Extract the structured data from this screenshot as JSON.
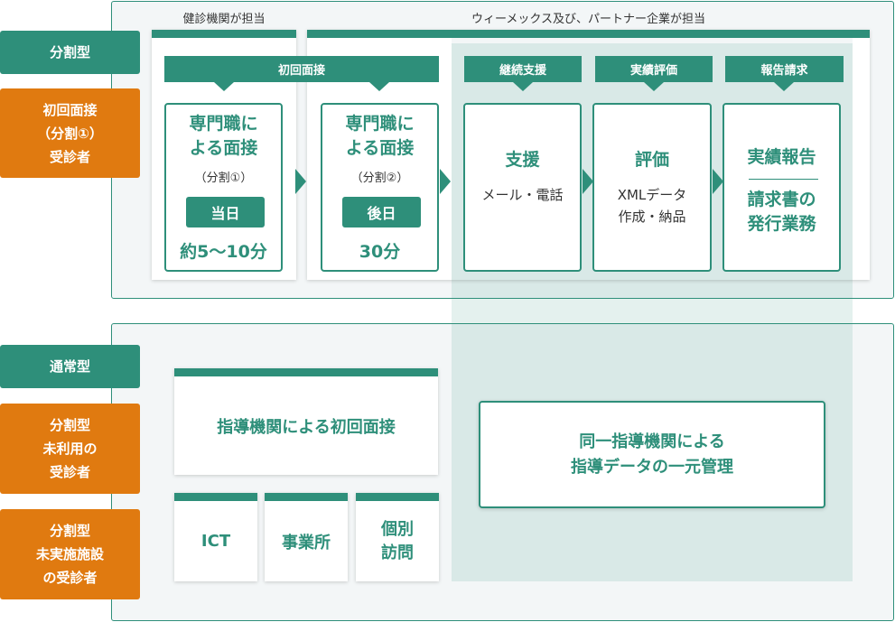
{
  "labels": {
    "bunkatsu_type": "分割型",
    "first_interview_line1": "初回面接",
    "first_interview_line2": "（分割①）",
    "first_interview_line3": "受診者",
    "normal_type": "通常型",
    "unused_line1": "分割型",
    "unused_line2": "未利用の",
    "unused_line3": "受診者",
    "unimpl_line1": "分割型",
    "unimpl_line2": "未実施施設",
    "unimpl_line3": "の受診者"
  },
  "captions": {
    "checkup_org": "健診機関が担当",
    "partner": "ウィーメックス及び、パートナー企業が担当"
  },
  "stages": {
    "first_interview": "初回面接",
    "support": "継続支援",
    "evaluation": "実績評価",
    "report": "報告請求"
  },
  "cards": {
    "card1": {
      "title_l1": "専門職に",
      "title_l2": "よる面接",
      "sub": "（分割①）",
      "pill": "当日",
      "duration": "約5〜10分"
    },
    "card2": {
      "title_l1": "専門職に",
      "title_l2": "よる面接",
      "sub": "（分割②）",
      "pill": "後日",
      "duration": "30分"
    },
    "card3": {
      "title": "支援",
      "body": "メール・電話"
    },
    "card4": {
      "title": "評価",
      "body_l1": "XMLデータ",
      "body_l2": "作成・納品"
    },
    "card5": {
      "title": "実績報告",
      "body_l1": "請求書の",
      "body_l2": "発行業務"
    }
  },
  "normal": {
    "guidance_interview": "指導機関による初回面接",
    "ict": "ICT",
    "office": "事業所",
    "visit_l1": "個別",
    "visit_l2": "訪問",
    "unified_l1": "同一指導機関による",
    "unified_l2": "指導データの一元管理"
  },
  "colors": {
    "green": "#2e8f7a",
    "orange": "#e07a10",
    "shade": "#dcebe8"
  }
}
